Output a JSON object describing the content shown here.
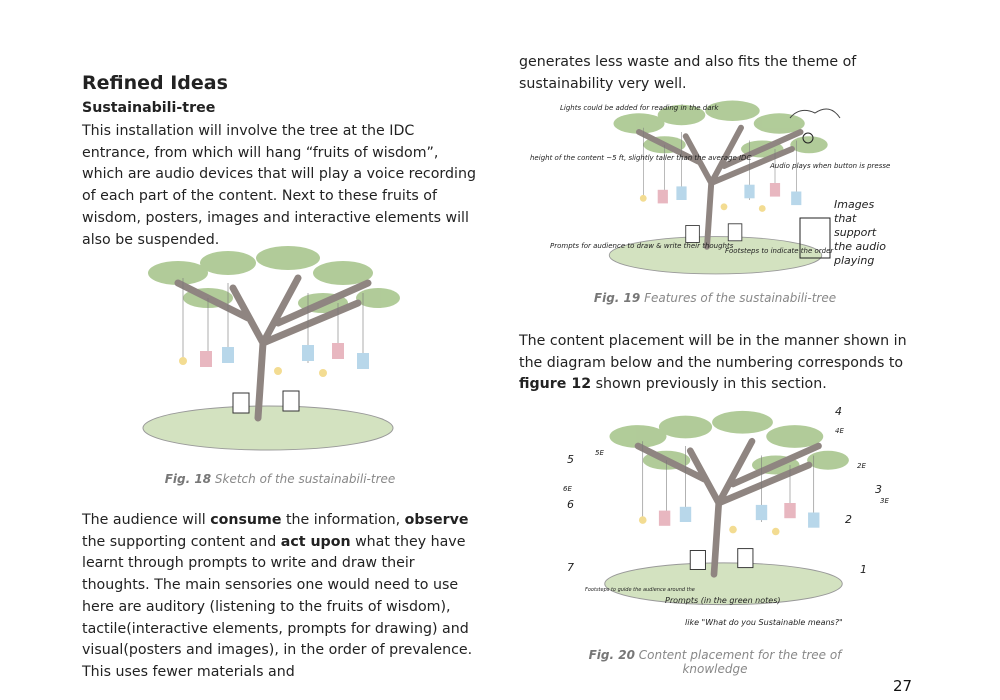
{
  "left": {
    "heading": "Refined Ideas",
    "subheading": "Sustainabili-tree",
    "intro": "This installation will involve the tree at the IDC entrance, from which will hang “fruits of wisdom”, which are audio devices that will play a voice recording of each part of the content. Next to these fruits of wisdom, posters, images and interactive elements will also be suspended.",
    "fig18": {
      "label": "Fig. 18",
      "text": "Sketch of the sustainabili-tree"
    },
    "para": {
      "t1": "The audience will ",
      "b1": "consume",
      "t2": " the information, ",
      "b2": "observe",
      "t3": " the supporting content and ",
      "b3": "act upon",
      "t4": " what they have learnt through prompts to write and draw their thoughts. The main sensories one would need to use here are auditory (listening to the fruits of wisdom), tactile(interactive elements, prompts for drawing) and visual(posters and images), in the order of prevalence. This uses fewer materials and"
    }
  },
  "right": {
    "cont": "generates less waste and also fits the theme of sustainability very well.",
    "fig19": {
      "label": "Fig. 19",
      "text": "Features of the sustainabili-tree",
      "notes": [
        "Lights could be added for reading in the dark",
        "height of the content ~5 ft, slightly taller than the average IDC",
        "Audio plays when button is pressed.",
        "Images that support the audio playing",
        "Prompts for audience to draw & write their thoughts",
        "Footsteps to indicate the order"
      ]
    },
    "para": {
      "t1": "The content placement will be in the manner shown in the diagram below and the numbering corresponds to ",
      "b1": "figure 12",
      "t2": " shown previously in this section."
    },
    "fig20": {
      "label": "Fig. 20",
      "text": "Content placement for the tree of knowledge",
      "numbers": [
        "1",
        "2",
        "2E",
        "3",
        "3E",
        "4",
        "4E",
        "5",
        "5E",
        "6",
        "6E",
        "7"
      ],
      "notes": [
        "Footsteps to guide the audience around the",
        "Prompts (in the green notes)",
        "like \"What do you Sustainable means?\""
      ]
    }
  },
  "page_number": "27",
  "colors": {
    "foliage": "#a9c68e",
    "trunk": "#8f8581",
    "grass": "#d3e2c0"
  }
}
